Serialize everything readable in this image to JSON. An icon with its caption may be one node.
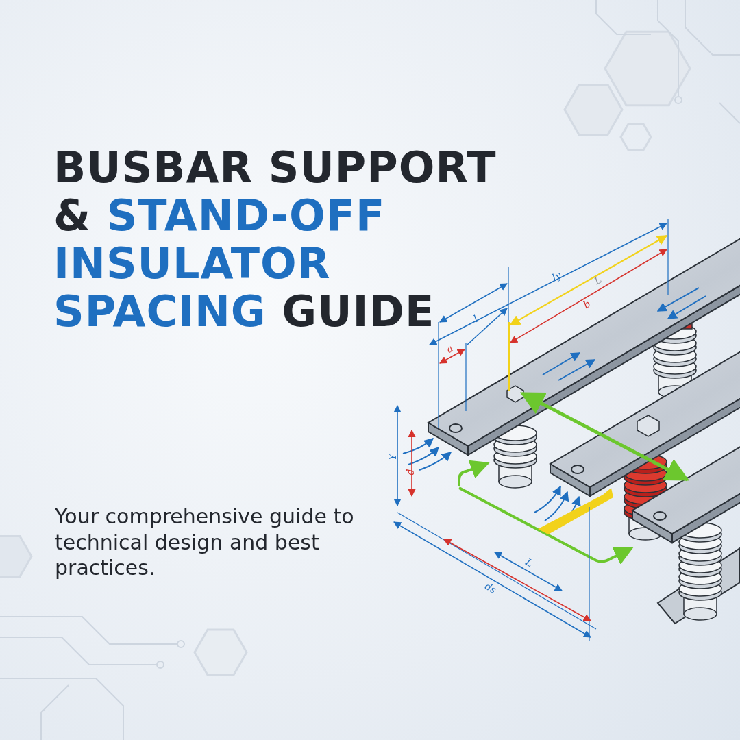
{
  "diagram": {
    "title": "BUSBAR SUPPORT & **STAND-OFF INSULATOR SPACING** GUIDE",
    "caption": "Your comprehensive guide to technical design and best practices.",
    "labels": [
      "ly",
      "L",
      "b",
      "l",
      "a",
      "Y",
      "d",
      "L",
      "ds"
    ]
  }
}
